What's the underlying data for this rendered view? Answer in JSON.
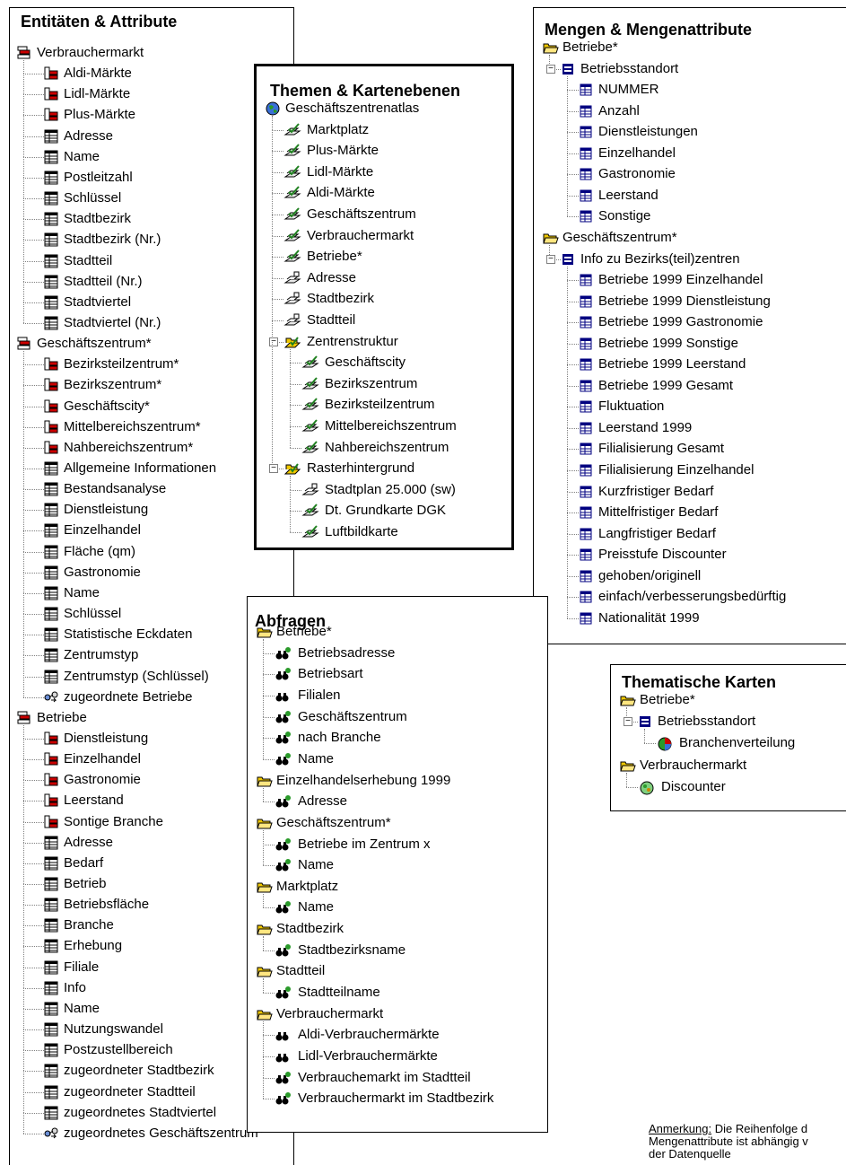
{
  "entitaeten": {
    "title": "Entitäten & Attribute",
    "items": [
      {
        "label": "Verbrauchermarkt",
        "level": 0,
        "icon": "entity-stack-icon"
      },
      {
        "label": "Aldi-Märkte",
        "level": 1,
        "icon": "subentity-icon"
      },
      {
        "label": "Lidl-Märkte",
        "level": 1,
        "icon": "subentity-icon"
      },
      {
        "label": "Plus-Märkte",
        "level": 1,
        "icon": "subentity-icon"
      },
      {
        "label": "Adresse",
        "level": 1,
        "icon": "attribute-table-icon"
      },
      {
        "label": "Name",
        "level": 1,
        "icon": "attribute-table-icon"
      },
      {
        "label": "Postleitzahl",
        "level": 1,
        "icon": "attribute-table-icon"
      },
      {
        "label": "Schlüssel",
        "level": 1,
        "icon": "attribute-table-icon"
      },
      {
        "label": "Stadtbezirk",
        "level": 1,
        "icon": "attribute-table-icon"
      },
      {
        "label": "Stadtbezirk (Nr.)",
        "level": 1,
        "icon": "attribute-table-icon"
      },
      {
        "label": "Stadtteil",
        "level": 1,
        "icon": "attribute-table-icon"
      },
      {
        "label": "Stadtteil (Nr.)",
        "level": 1,
        "icon": "attribute-table-icon"
      },
      {
        "label": "Stadtviertel",
        "level": 1,
        "icon": "attribute-table-icon"
      },
      {
        "label": "Stadtviertel (Nr.)",
        "level": 1,
        "icon": "attribute-table-icon"
      },
      {
        "label": "Geschäftszentrum*",
        "level": 0,
        "icon": "entity-stack-icon"
      },
      {
        "label": "Bezirksteilzentrum*",
        "level": 1,
        "icon": "subentity-icon"
      },
      {
        "label": "Bezirkszentrum*",
        "level": 1,
        "icon": "subentity-icon"
      },
      {
        "label": "Geschäftscity*",
        "level": 1,
        "icon": "subentity-icon"
      },
      {
        "label": "Mittelbereichszentrum*",
        "level": 1,
        "icon": "subentity-icon"
      },
      {
        "label": "Nahbereichszentrum*",
        "level": 1,
        "icon": "subentity-icon"
      },
      {
        "label": "Allgemeine Informationen",
        "level": 1,
        "icon": "attribute-table-icon"
      },
      {
        "label": "Bestandsanalyse",
        "level": 1,
        "icon": "attribute-table-icon"
      },
      {
        "label": "Dienstleistung",
        "level": 1,
        "icon": "attribute-table-icon"
      },
      {
        "label": "Einzelhandel",
        "level": 1,
        "icon": "attribute-table-icon"
      },
      {
        "label": "Fläche (qm)",
        "level": 1,
        "icon": "attribute-table-icon"
      },
      {
        "label": "Gastronomie",
        "level": 1,
        "icon": "attribute-table-icon"
      },
      {
        "label": "Name",
        "level": 1,
        "icon": "attribute-table-icon"
      },
      {
        "label": "Schlüssel",
        "level": 1,
        "icon": "attribute-table-icon"
      },
      {
        "label": "Statistische Eckdaten",
        "level": 1,
        "icon": "attribute-table-icon"
      },
      {
        "label": "Zentrumstyp",
        "level": 1,
        "icon": "attribute-table-icon"
      },
      {
        "label": "Zentrumstyp (Schlüssel)",
        "level": 1,
        "icon": "attribute-table-icon"
      },
      {
        "label": "zugeordnete Betriebe",
        "level": 1,
        "icon": "relation-icon"
      },
      {
        "label": "Betriebe",
        "level": 0,
        "icon": "entity-stack-icon"
      },
      {
        "label": "Dienstleistung",
        "level": 1,
        "icon": "subentity-icon"
      },
      {
        "label": "Einzelhandel",
        "level": 1,
        "icon": "subentity-icon"
      },
      {
        "label": "Gastronomie",
        "level": 1,
        "icon": "subentity-icon"
      },
      {
        "label": "Leerstand",
        "level": 1,
        "icon": "subentity-icon"
      },
      {
        "label": "Sontige Branche",
        "level": 1,
        "icon": "subentity-icon"
      },
      {
        "label": "Adresse",
        "level": 1,
        "icon": "attribute-table-icon"
      },
      {
        "label": "Bedarf",
        "level": 1,
        "icon": "attribute-table-icon"
      },
      {
        "label": "Betrieb",
        "level": 1,
        "icon": "attribute-table-icon"
      },
      {
        "label": "Betriebsfläche",
        "level": 1,
        "icon": "attribute-table-icon"
      },
      {
        "label": "Branche",
        "level": 1,
        "icon": "attribute-table-icon"
      },
      {
        "label": "Erhebung",
        "level": 1,
        "icon": "attribute-table-icon"
      },
      {
        "label": "Filiale",
        "level": 1,
        "icon": "attribute-table-icon"
      },
      {
        "label": "Info",
        "level": 1,
        "icon": "attribute-table-icon"
      },
      {
        "label": "Name",
        "level": 1,
        "icon": "attribute-table-icon"
      },
      {
        "label": "Nutzungswandel",
        "level": 1,
        "icon": "attribute-table-icon"
      },
      {
        "label": "Postzustellbereich",
        "level": 1,
        "icon": "attribute-table-icon"
      },
      {
        "label": "zugeordneter Stadtbezirk",
        "level": 1,
        "icon": "attribute-table-icon"
      },
      {
        "label": "zugeordneter Stadtteil",
        "level": 1,
        "icon": "attribute-table-icon"
      },
      {
        "label": "zugeordnetes Stadtviertel",
        "level": 1,
        "icon": "attribute-table-icon"
      },
      {
        "label": "zugeordnetes Geschäftszentrum*",
        "level": 1,
        "icon": "relation-icon"
      }
    ]
  },
  "themen": {
    "title": "Themen & Kartenebenen",
    "items": [
      {
        "label": "Geschäftszentrenatlas",
        "level": 0,
        "icon": "globe-icon"
      },
      {
        "label": "Marktplatz",
        "level": 1,
        "icon": "layer-checked-icon"
      },
      {
        "label": "Plus-Märkte",
        "level": 1,
        "icon": "layer-checked-icon"
      },
      {
        "label": "Lidl-Märkte",
        "level": 1,
        "icon": "layer-checked-icon"
      },
      {
        "label": "Aldi-Märkte",
        "level": 1,
        "icon": "layer-checked-icon"
      },
      {
        "label": "Geschäftszentrum",
        "level": 1,
        "icon": "layer-checked-icon"
      },
      {
        "label": "Verbrauchermarkt",
        "level": 1,
        "icon": "layer-checked-icon"
      },
      {
        "label": "Betriebe*",
        "level": 1,
        "icon": "layer-checked-icon"
      },
      {
        "label": "Adresse",
        "level": 1,
        "icon": "layer-unchecked-icon"
      },
      {
        "label": "Stadtbezirk",
        "level": 1,
        "icon": "layer-unchecked-icon"
      },
      {
        "label": "Stadtteil",
        "level": 1,
        "icon": "layer-unchecked-icon"
      },
      {
        "label": "Zentrenstruktur",
        "level": 1,
        "icon": "layer-group-icon",
        "toggle": "minus"
      },
      {
        "label": "Geschäftscity",
        "level": 2,
        "icon": "layer-checked-icon"
      },
      {
        "label": "Bezirkszentrum",
        "level": 2,
        "icon": "layer-checked-icon"
      },
      {
        "label": "Bezirksteilzentrum",
        "level": 2,
        "icon": "layer-checked-icon"
      },
      {
        "label": "Mittelbereichszentrum",
        "level": 2,
        "icon": "layer-checked-icon"
      },
      {
        "label": "Nahbereichszentrum",
        "level": 2,
        "icon": "layer-checked-icon"
      },
      {
        "label": "Rasterhintergrund",
        "level": 1,
        "icon": "layer-group-icon",
        "toggle": "minus"
      },
      {
        "label": "Stadtplan 25.000 (sw)",
        "level": 2,
        "icon": "layer-unchecked-icon"
      },
      {
        "label": "Dt. Grundkarte DGK",
        "level": 2,
        "icon": "layer-checked-icon"
      },
      {
        "label": "Luftbildkarte",
        "level": 2,
        "icon": "layer-checked-icon"
      }
    ]
  },
  "mengen": {
    "title": "Mengen & Mengenattribute",
    "items": [
      {
        "label": "Betriebe*",
        "level": 0,
        "icon": "folder-open-icon"
      },
      {
        "label": "Betriebsstandort",
        "level": 1,
        "icon": "form-icon",
        "toggle": "minus"
      },
      {
        "label": "NUMMER",
        "level": 2,
        "icon": "small-table-icon"
      },
      {
        "label": "Anzahl",
        "level": 2,
        "icon": "small-table-icon"
      },
      {
        "label": "Dienstleistungen",
        "level": 2,
        "icon": "small-table-icon"
      },
      {
        "label": "Einzelhandel",
        "level": 2,
        "icon": "small-table-icon"
      },
      {
        "label": "Gastronomie",
        "level": 2,
        "icon": "small-table-icon"
      },
      {
        "label": "Leerstand",
        "level": 2,
        "icon": "small-table-icon"
      },
      {
        "label": "Sonstige",
        "level": 2,
        "icon": "small-table-icon"
      },
      {
        "label": "Geschäftszentrum*",
        "level": 0,
        "icon": "folder-open-icon"
      },
      {
        "label": "Info zu Bezirks(teil)zentren",
        "level": 1,
        "icon": "form-icon",
        "toggle": "minus"
      },
      {
        "label": "Betriebe 1999 Einzelhandel",
        "level": 2,
        "icon": "small-table-icon"
      },
      {
        "label": "Betriebe 1999 Dienstleistung",
        "level": 2,
        "icon": "small-table-icon"
      },
      {
        "label": "Betriebe 1999 Gastronomie",
        "level": 2,
        "icon": "small-table-icon"
      },
      {
        "label": "Betriebe 1999 Sonstige",
        "level": 2,
        "icon": "small-table-icon"
      },
      {
        "label": "Betriebe 1999 Leerstand",
        "level": 2,
        "icon": "small-table-icon"
      },
      {
        "label": "Betriebe 1999 Gesamt",
        "level": 2,
        "icon": "small-table-icon"
      },
      {
        "label": "Fluktuation",
        "level": 2,
        "icon": "small-table-icon"
      },
      {
        "label": "Leerstand 1999",
        "level": 2,
        "icon": "small-table-icon"
      },
      {
        "label": "Filialisierung Gesamt",
        "level": 2,
        "icon": "small-table-icon"
      },
      {
        "label": "Filialisierung Einzelhandel",
        "level": 2,
        "icon": "small-table-icon"
      },
      {
        "label": "Kurzfristiger Bedarf",
        "level": 2,
        "icon": "small-table-icon"
      },
      {
        "label": "Mittelfristiger Bedarf",
        "level": 2,
        "icon": "small-table-icon"
      },
      {
        "label": "Langfristiger Bedarf",
        "level": 2,
        "icon": "small-table-icon"
      },
      {
        "label": "Preisstufe Discounter",
        "level": 2,
        "icon": "small-table-icon"
      },
      {
        "label": "gehoben/originell",
        "level": 2,
        "icon": "small-table-icon"
      },
      {
        "label": "einfach/verbesserungsbedürftig",
        "level": 2,
        "icon": "small-table-icon"
      },
      {
        "label": "Nationalität 1999",
        "level": 2,
        "icon": "small-table-icon"
      }
    ]
  },
  "abfragen": {
    "title": "Abfragen",
    "items": [
      {
        "label": "Betriebe*",
        "level": 0,
        "icon": "folder-open-icon"
      },
      {
        "label": "Betriebsadresse",
        "level": 1,
        "icon": "query-binoculars-icon"
      },
      {
        "label": "Betriebsart",
        "level": 1,
        "icon": "query-binoculars-icon"
      },
      {
        "label": "Filialen",
        "level": 1,
        "icon": "binoculars-icon"
      },
      {
        "label": "Geschäftszentrum",
        "level": 1,
        "icon": "query-binoculars-icon"
      },
      {
        "label": "nach Branche",
        "level": 1,
        "icon": "query-binoculars-icon"
      },
      {
        "label": "Name",
        "level": 1,
        "icon": "query-binoculars-icon"
      },
      {
        "label": "Einzelhandelserhebung 1999",
        "level": 0,
        "icon": "folder-open-icon"
      },
      {
        "label": "Adresse",
        "level": 1,
        "icon": "query-binoculars-icon"
      },
      {
        "label": "Geschäftszentrum*",
        "level": 0,
        "icon": "folder-open-icon"
      },
      {
        "label": "Betriebe im Zentrum x",
        "level": 1,
        "icon": "query-binoculars-icon"
      },
      {
        "label": "Name",
        "level": 1,
        "icon": "query-binoculars-icon"
      },
      {
        "label": "Marktplatz",
        "level": 0,
        "icon": "folder-open-icon"
      },
      {
        "label": "Name",
        "level": 1,
        "icon": "query-binoculars-icon"
      },
      {
        "label": "Stadtbezirk",
        "level": 0,
        "icon": "folder-open-icon"
      },
      {
        "label": "Stadtbezirksname",
        "level": 1,
        "icon": "query-binoculars-icon"
      },
      {
        "label": "Stadtteil",
        "level": 0,
        "icon": "folder-open-icon"
      },
      {
        "label": "Stadtteilname",
        "level": 1,
        "icon": "query-binoculars-icon"
      },
      {
        "label": "Verbrauchermarkt",
        "level": 0,
        "icon": "folder-open-icon"
      },
      {
        "label": "Aldi-Verbrauchermärkte",
        "level": 1,
        "icon": "binoculars-icon"
      },
      {
        "label": "Lidl-Verbrauchermärkte",
        "level": 1,
        "icon": "binoculars-icon"
      },
      {
        "label": "Verbrauchemarkt im Stadtteil",
        "level": 1,
        "icon": "query-binoculars-icon"
      },
      {
        "label": "Verbrauchermarkt im Stadtbezirk",
        "level": 1,
        "icon": "query-binoculars-icon"
      }
    ]
  },
  "thematisch": {
    "title": "Thematische Karten",
    "items": [
      {
        "label": "Betriebe*",
        "level": 0,
        "icon": "folder-open-icon"
      },
      {
        "label": "Betriebsstandort",
        "level": 1,
        "icon": "form-icon",
        "toggle": "minus"
      },
      {
        "label": "Branchenverteilung",
        "level": 2,
        "icon": "pie-map-icon"
      },
      {
        "label": "Verbrauchermarkt",
        "level": 0,
        "icon": "folder-open-icon"
      },
      {
        "label": "Discounter",
        "level": 1,
        "icon": "pie-map-green-icon"
      }
    ]
  },
  "note": {
    "label": "Anmerkung:",
    "text1": " Die Reihenfolge d",
    "text2": "Mengenattribute ist abhängig v",
    "text3": "der Datenquelle"
  },
  "colors": {
    "entity_red": "#cc0000",
    "folder_yellow": "#f0c800",
    "navy": "#000080",
    "tree_line": "#808080"
  }
}
